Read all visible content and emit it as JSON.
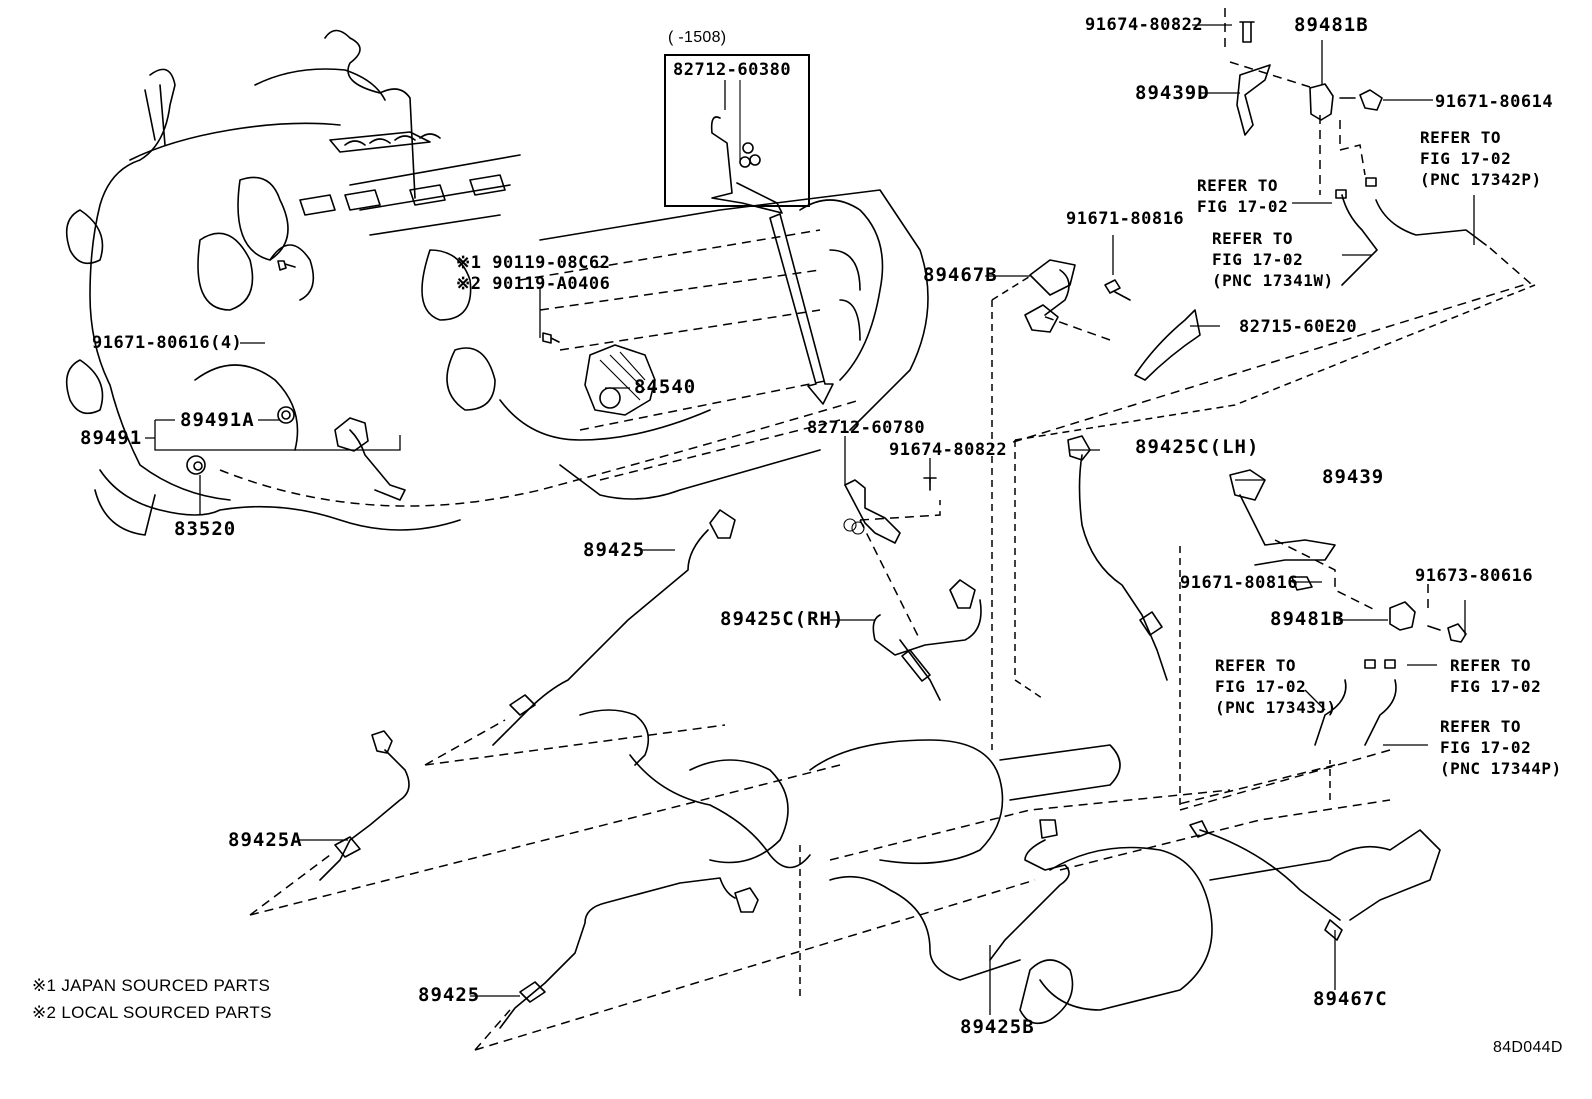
{
  "diagram": {
    "figure_id": "84D044D",
    "inset": {
      "range": "(     -1508)",
      "part": "82712-60380"
    },
    "parts": {
      "p90119_jp": "※1 90119-08C62",
      "p90119_local": "※2 90119-A0406",
      "p91671_80616_4": "91671-80616(4)",
      "p89491": "89491",
      "p89491A": "89491A",
      "p83520": "83520",
      "p84540": "84540",
      "p82712_60780": "82712-60780",
      "p91674_80822_mid": "91674-80822",
      "p89425_upper": "89425",
      "p89425C_RH": "89425C(RH)",
      "p89425A": "89425A",
      "p89425_lower": "89425",
      "p89425B": "89425B",
      "p89467B": "89467B",
      "p91671_80816_top": "91671-80816",
      "p82715_60E20": "82715-60E20",
      "p91674_80822_top": "91674-80822",
      "p89481B_top": "89481B",
      "p89439D": "89439D",
      "p91671_80614": "91671-80614",
      "p89425C_LH": "89425C(LH)",
      "p89439": "89439",
      "p91671_80816_mid": "91671-80816",
      "p91673_80616": "91673-80616",
      "p89481B_mid": "89481B",
      "p89467C": "89467C"
    },
    "refers": {
      "r1": [
        "REFER TO",
        "FIG 17-02"
      ],
      "r2": [
        "REFER TO",
        "FIG 17-02",
        "(PNC 17341W)"
      ],
      "r3": [
        "REFER TO",
        "FIG 17-02",
        "(PNC 17342P)"
      ],
      "r4": [
        "REFER TO",
        "FIG 17-02",
        "(PNC 17343J)"
      ],
      "r5": [
        "REFER TO",
        "FIG 17-02"
      ],
      "r6": [
        "REFER TO",
        "FIG 17-02",
        "(PNC 17344P)"
      ]
    },
    "legend": {
      "note1": "※1 JAPAN SOURCED PARTS",
      "note2": "※2 LOCAL SOURCED PARTS"
    }
  }
}
